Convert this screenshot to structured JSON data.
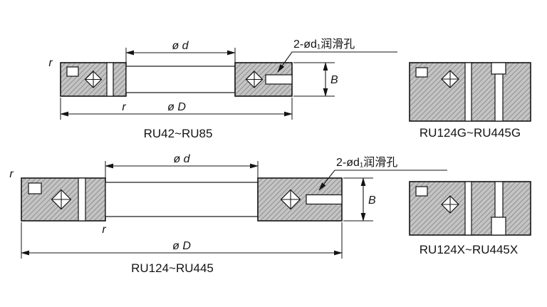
{
  "drawing": {
    "background": "#ffffff",
    "line_color": "#141414",
    "section_fill": "#c4c4c4",
    "section_hatch": "#8e8e8e"
  },
  "labels": {
    "inner_diameter": "ø d",
    "outer_diameter": "ø D",
    "width": "B",
    "corner_radius": "r",
    "lubrication_holes": "2-ød₁润滑孔"
  },
  "views": [
    {
      "model_range": "RU42~RU85"
    },
    {
      "model_range": "RU124G~RU445G"
    },
    {
      "model_range": "RU124~RU445"
    },
    {
      "model_range": "RU124X~RU445X"
    }
  ]
}
